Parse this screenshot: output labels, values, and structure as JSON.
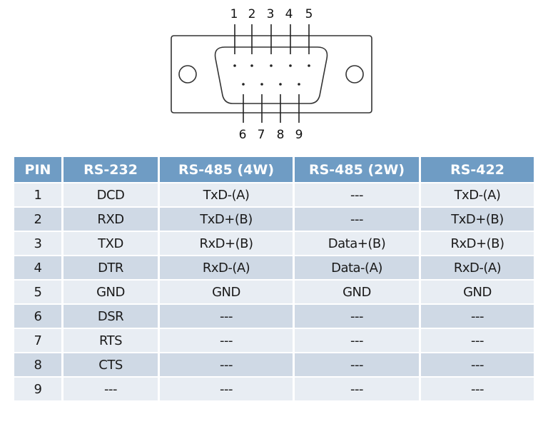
{
  "connector": {
    "top_pins": [
      "1",
      "2",
      "3",
      "4",
      "5"
    ],
    "bottom_pins": [
      "6",
      "7",
      "8",
      "9"
    ]
  },
  "table": {
    "header_color": "#6f9cc4",
    "row_odd_color": "#e8edf3",
    "row_even_color": "#cfd9e5",
    "headers": [
      "PIN",
      "RS-232",
      "RS-485 (4W)",
      "RS-485 (2W)",
      "RS-422"
    ],
    "rows": [
      [
        "1",
        "DCD",
        "TxD-(A)",
        "---",
        "TxD-(A)"
      ],
      [
        "2",
        "RXD",
        "TxD+(B)",
        "---",
        "TxD+(B)"
      ],
      [
        "3",
        "TXD",
        "RxD+(B)",
        "Data+(B)",
        "RxD+(B)"
      ],
      [
        "4",
        "DTR",
        "RxD-(A)",
        "Data-(A)",
        "RxD-(A)"
      ],
      [
        "5",
        "GND",
        "GND",
        "GND",
        "GND"
      ],
      [
        "6",
        "DSR",
        "---",
        "---",
        "---"
      ],
      [
        "7",
        "RTS",
        "---",
        "---",
        "---"
      ],
      [
        "8",
        "CTS",
        "---",
        "---",
        "---"
      ],
      [
        "9",
        "---",
        "---",
        "---",
        "---"
      ]
    ]
  }
}
